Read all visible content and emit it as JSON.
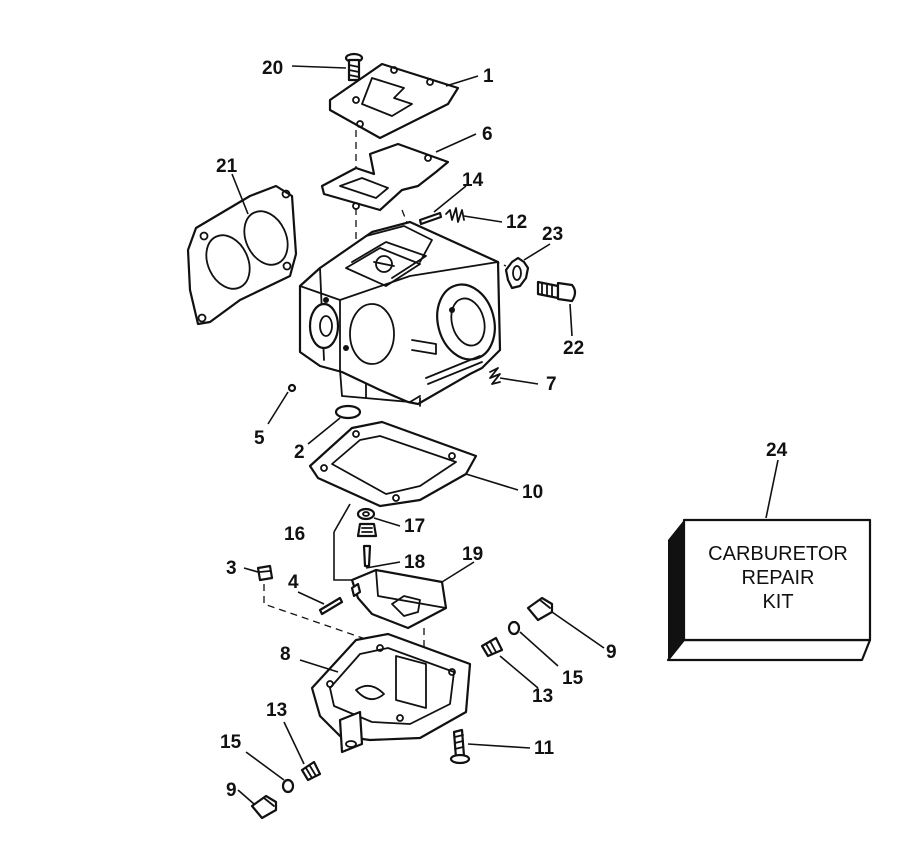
{
  "diagram": {
    "callouts": {
      "c1": "1",
      "c2": "2",
      "c3": "3",
      "c4": "4",
      "c5": "5",
      "c6": "6",
      "c7": "7",
      "c8": "8",
      "c9a": "9",
      "c9b": "9",
      "c10": "10",
      "c11": "11",
      "c12": "12",
      "c13a": "13",
      "c13b": "13",
      "c14": "14",
      "c15a": "15",
      "c15b": "15",
      "c16": "16",
      "c17": "17",
      "c18": "18",
      "c19": "19",
      "c20": "20",
      "c21": "21",
      "c22": "22",
      "c23": "23",
      "c24": "24"
    },
    "kit_label": {
      "line1": "CARBURETOR",
      "line2": "REPAIR",
      "line3": "KIT"
    }
  }
}
